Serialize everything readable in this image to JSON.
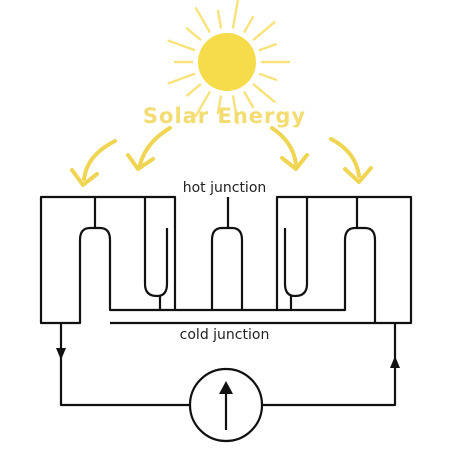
{
  "title": "Solar Energy",
  "labels": {
    "hot": "hot junction",
    "cold": "cold junction"
  },
  "colors": {
    "sun": "#f6dc4a",
    "sun_rays": "#f8e27a",
    "title": "#f3dc72",
    "arrows": "#f0d552",
    "wire": "#111111"
  },
  "icons": {
    "sun": "sun-icon",
    "meter": "galvanometer-icon"
  }
}
